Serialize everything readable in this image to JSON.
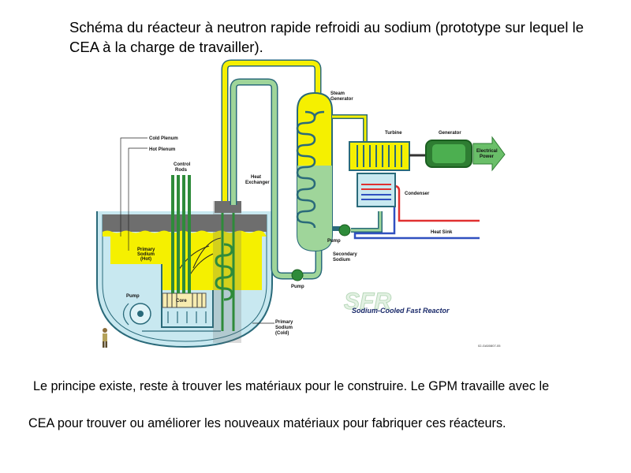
{
  "header": {
    "title": "Schéma du réacteur à neutron rapide refroidi au sodium (prototype sur lequel le CEA à la charge de travailler)."
  },
  "diagram": {
    "labels": {
      "cold_plenum": "Cold Plenum",
      "hot_plenum": "Hot Plenum",
      "control_rods_1": "Control",
      "control_rods_2": "Rods",
      "heat_exchanger_1": "Heat",
      "heat_exchanger_2": "Exchanger",
      "primary_hot_1": "Primary",
      "primary_hot_2": "Sodium",
      "primary_hot_3": "(Hot)",
      "pump_primary": "Pump",
      "core": "Core",
      "primary_cold_1": "Primary",
      "primary_cold_2": "Sodium",
      "primary_cold_3": "(Cold)",
      "pump_secondary": "Pump",
      "pump_loop": "Pump",
      "secondary_1": "Secondary",
      "secondary_2": "Sodium",
      "steam_gen_1": "Steam",
      "steam_gen_2": "Generator",
      "turbine": "Turbine",
      "generator": "Generator",
      "electrical_1": "Electrical",
      "electrical_2": "Power",
      "condenser": "Condenser",
      "heat_sink": "Heat Sink",
      "watermark": "SFR",
      "reactor_name": "Sodium-Cooled Fast Reactor",
      "code": "02-GA50807-05"
    },
    "colors": {
      "hot_sodium": "#f5f000",
      "cold_sodium": "#c8e8f0",
      "secondary_loop": "#9fd59a",
      "generator": "#2e7d32",
      "hot_water": "#e03030",
      "cold_water": "#3050c0"
    }
  },
  "captions": {
    "line1": "Le principe existe, reste à trouver les matériaux pour le construire. Le GPM travaille avec le",
    "line2": "CEA pour trouver ou améliorer les nouveaux matériaux pour fabriquer ces réacteurs."
  }
}
